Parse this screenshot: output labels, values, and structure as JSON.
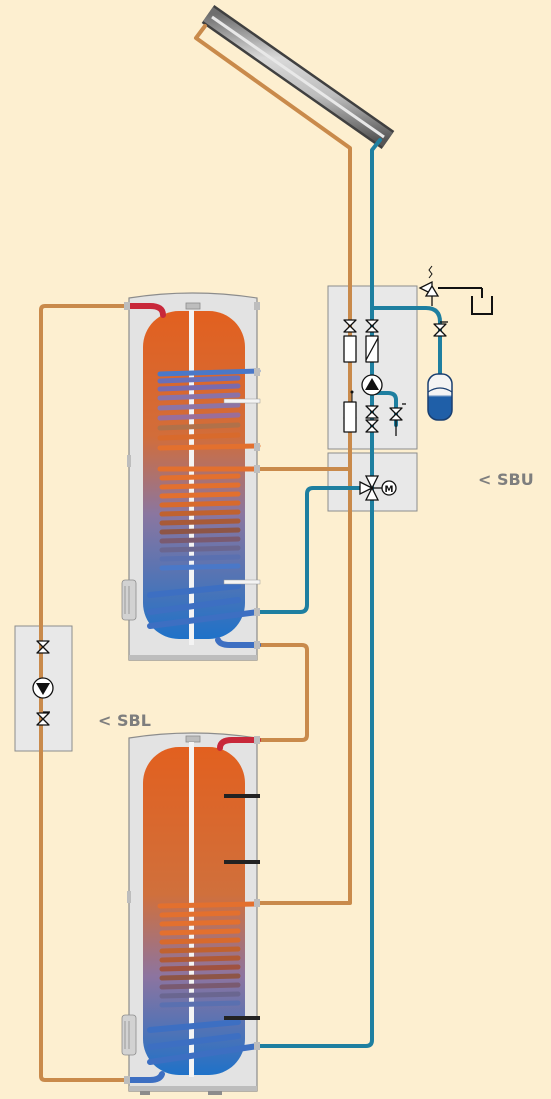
{
  "labels": {
    "sbu": "< SBU",
    "sbl": "< SBL"
  },
  "colors": {
    "background": "#FDEFD0",
    "hot_pipe": "#C98A4B",
    "cold_pipe": "#1E7FA0",
    "flow_connector": "#C8283A",
    "return_connector": "#3D6FC2",
    "tank_shell": "#E3E3E3",
    "module_box": "#E8E8E8",
    "expansion_vessel": "#1F5FA8"
  },
  "components": {
    "collector": "solar-collector",
    "upper_tank": "upper-storage-tank",
    "lower_tank": "lower-storage-tank",
    "solar_station": "solar-pump-station",
    "mixing_valve": "motorized-3-way-valve",
    "loading_station": "tank-loading-station",
    "expansion_vessel": "expansion-vessel",
    "safety_valve": "safety-valve",
    "drain_funnel": "drain-funnel"
  }
}
